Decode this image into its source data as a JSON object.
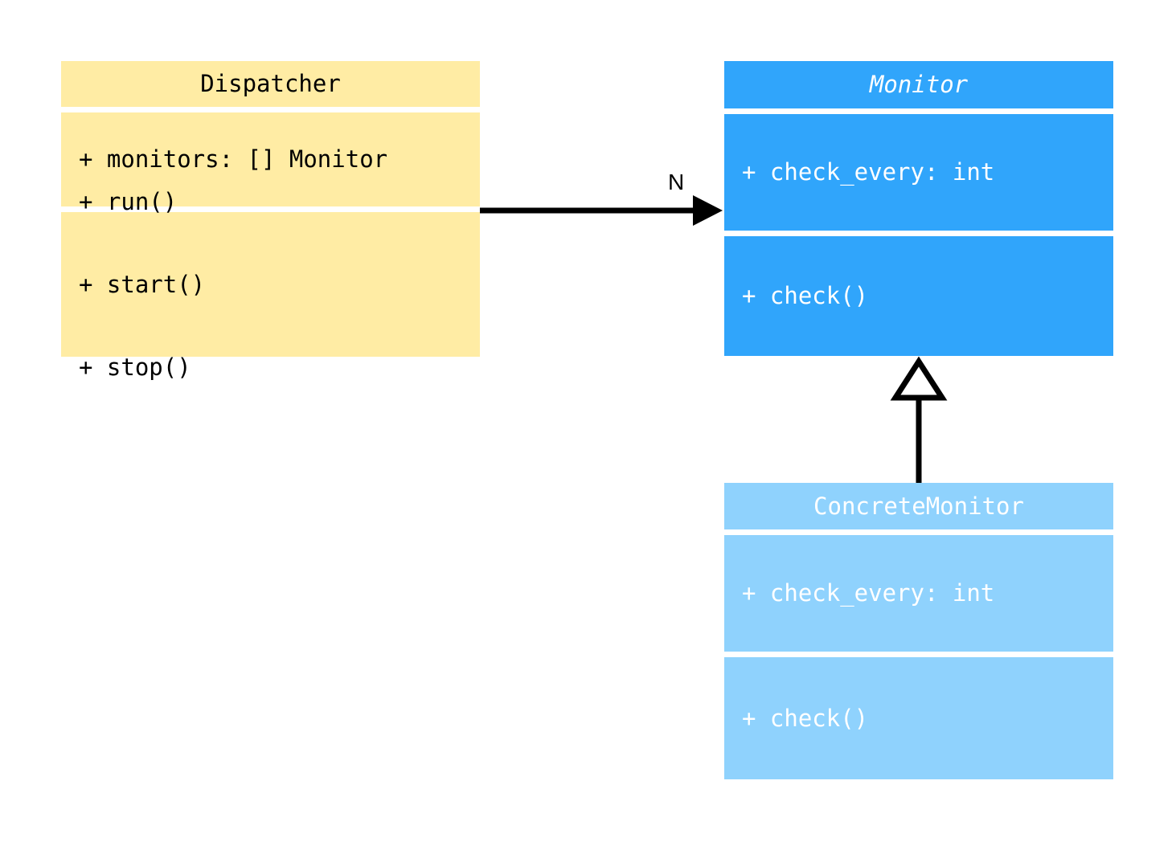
{
  "diagram": {
    "type": "uml-class-diagram",
    "background_color": "#ffffff",
    "classes": [
      {
        "id": "dispatcher",
        "name": "Dispatcher",
        "abstract": false,
        "fill_color": "#ffeca4",
        "text_color": "#000000",
        "attributes": [
          "+ monitors: [] Monitor"
        ],
        "methods": [
          "+ run()",
          "+ start()",
          "+ stop()"
        ]
      },
      {
        "id": "monitor",
        "name": "Monitor",
        "abstract": true,
        "fill_color": "#30a5fb",
        "text_color": "#ffffff",
        "attributes": [
          "+ check_every: int"
        ],
        "methods": [
          "+ check()"
        ]
      },
      {
        "id": "concrete_monitor",
        "name": "ConcreteMonitor",
        "abstract": false,
        "fill_color": "#8fd2fd",
        "text_color": "#ffffff",
        "attributes": [
          "+ check_every: int"
        ],
        "methods": [
          "+ check()"
        ]
      }
    ],
    "relations": [
      {
        "id": "dispatcher-to-monitor",
        "kind": "association",
        "from": "Dispatcher",
        "to": "Monitor",
        "arrowhead": "solid-filled",
        "multiplicity_label": "N",
        "line_color": "#000000"
      },
      {
        "id": "concrete-monitor-inherits-monitor",
        "kind": "generalization",
        "from": "ConcreteMonitor",
        "to": "Monitor",
        "arrowhead": "hollow-triangle",
        "multiplicity_label": "",
        "line_color": "#000000"
      }
    ]
  }
}
